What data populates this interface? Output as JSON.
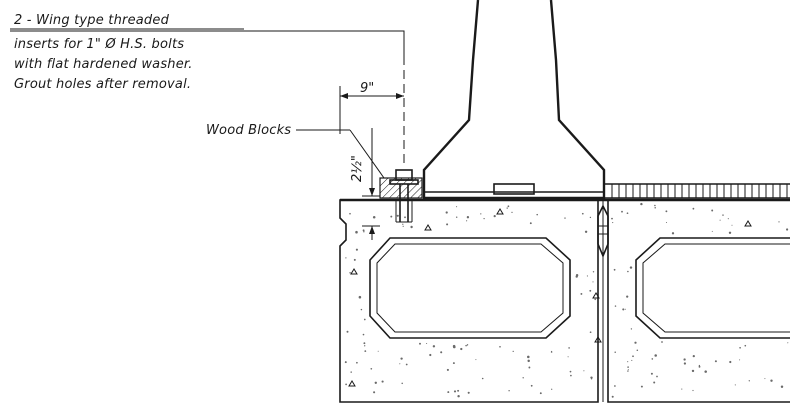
{
  "notes": {
    "insert_line_1": "2 - Wing type threaded",
    "insert_line_2": "inserts for 1\" Ø H.S. bolts",
    "insert_line_3": "with flat hardened washer.",
    "insert_line_4": "Grout holes after removal.",
    "wood_blocks": "Wood Blocks"
  },
  "dimensions": {
    "horizontal": "9\"",
    "vertical": "2½\""
  }
}
